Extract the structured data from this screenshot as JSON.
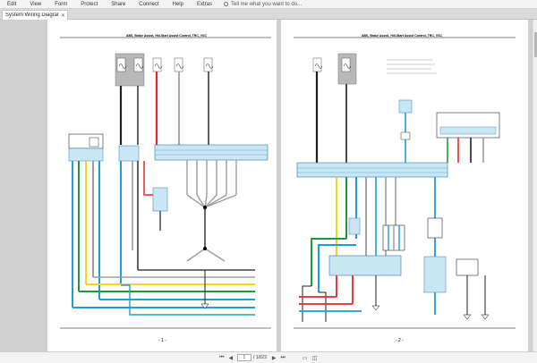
{
  "menu": {
    "items": [
      "Edit",
      "View",
      "Form",
      "Protect",
      "Share",
      "Connect",
      "Help",
      "Extras"
    ],
    "tell_me": "Tell me what you want to do..."
  },
  "tab": {
    "label": "System Wiring Diagram..."
  },
  "pages": [
    {
      "title": "ABS, Brake Assist, Hill-Start Assist Control, TRC, VSC",
      "number": "- 1 -"
    },
    {
      "title": "ABS, Brake Assist, Hill-Start Assist Control, TRC, VSC",
      "number": "- 2 -"
    }
  ],
  "navigation": {
    "current_page": "1",
    "total_pages": "/ 1822"
  },
  "wire_colors": {
    "red": "#e8262a",
    "black": "#1e1e1e",
    "gray": "#9d9d9d",
    "green": "#1e9a3c",
    "yellow": "#f2d51e",
    "blue": "#1b9ed9",
    "connector_fill": "#c9e6f4"
  }
}
